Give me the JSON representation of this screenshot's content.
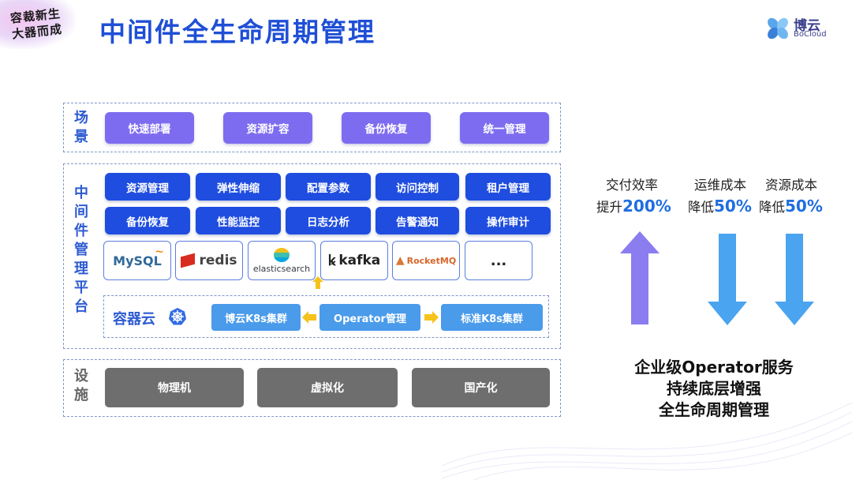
{
  "corner_logo_text": "容裁新生 大器而成",
  "title": "中间件全生命周期管理",
  "brand": {
    "cn": "博云",
    "en": "BoCloud"
  },
  "scenario": {
    "label": "场景",
    "items": [
      "快速部署",
      "资源扩容",
      "备份恢复",
      "统一管理"
    ]
  },
  "platform": {
    "label": "中间件管理平台",
    "row1": [
      "资源管理",
      "弹性伸缩",
      "配置参数",
      "访问控制",
      "租户管理"
    ],
    "row2": [
      "备份恢复",
      "性能监控",
      "日志分析",
      "告警通知",
      "操作审计"
    ],
    "logos": [
      "MySQL",
      "redis",
      "elasticsearch",
      "kafka",
      "RocketMQ",
      "..."
    ]
  },
  "container": {
    "label": "容器云",
    "items": [
      "博云K8s集群",
      "Operator管理",
      "标准K8s集群"
    ]
  },
  "infra": {
    "label": "设施",
    "items": [
      "物理机",
      "虚拟化",
      "国产化"
    ]
  },
  "metrics": [
    {
      "name": "交付效率",
      "direction": "提升",
      "value": "200%"
    },
    {
      "name": "运维成本",
      "direction": "降低",
      "value": "50%"
    },
    {
      "name": "资源成本",
      "direction": "降低",
      "value": "50%"
    }
  ],
  "summary": [
    "企业级Operator服务",
    "持续底层增强",
    "全生命周期管理"
  ],
  "colors": {
    "title": "#1f4fd6",
    "scenario_pill": "#7e6cf0",
    "platform_pill": "#1f4de0",
    "container_pill": "#4a9bea",
    "infra_pill": "#6e6e6e",
    "up_arrow": "#8b7cf0",
    "down_arrow": "#4aa4ef",
    "metric_value": "#1f6ee0"
  }
}
